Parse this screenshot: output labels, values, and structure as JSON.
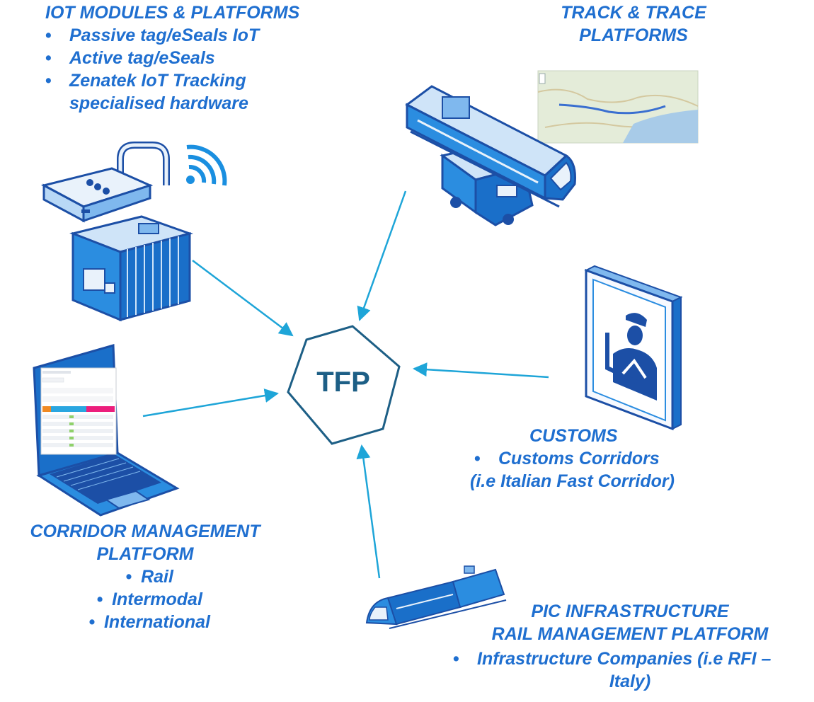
{
  "center": {
    "label": "TFP"
  },
  "iot": {
    "title": "IOT MODULES & PLATFORMS",
    "items": [
      "Passive tag/eSeals IoT",
      "Active tag/eSeals",
      "Zenatek IoT Tracking",
      "specialised hardware"
    ]
  },
  "track": {
    "title_line1": "TRACK & TRACE",
    "title_line2": "PLATFORMS"
  },
  "customs": {
    "title": "CUSTOMS",
    "items": [
      "Customs Corridors",
      "(i.e Italian Fast Corridor)"
    ]
  },
  "corridor": {
    "title_line1": "CORRIDOR MANAGEMENT",
    "title_line2": "PLATFORM",
    "items": [
      "Rail",
      "Intermodal",
      "International"
    ]
  },
  "pic": {
    "title_line1": "PIC INFRASTRUCTURE",
    "title_line2": "RAIL MANAGEMENT PLATFORM",
    "items": [
      "Infrastructure Companies (i.e RFI –",
      "Italy)"
    ]
  },
  "colors": {
    "accent": "#1f6fd0",
    "arrow": "#1ea5d8",
    "hexagon": "#1d5f86",
    "illustration": "#2b8de0"
  },
  "icons": [
    "padlock-icon",
    "wifi-icon",
    "container-icon",
    "train-icon",
    "truck-icon",
    "map-icon",
    "customs-officer-icon",
    "laptop-icon"
  ]
}
